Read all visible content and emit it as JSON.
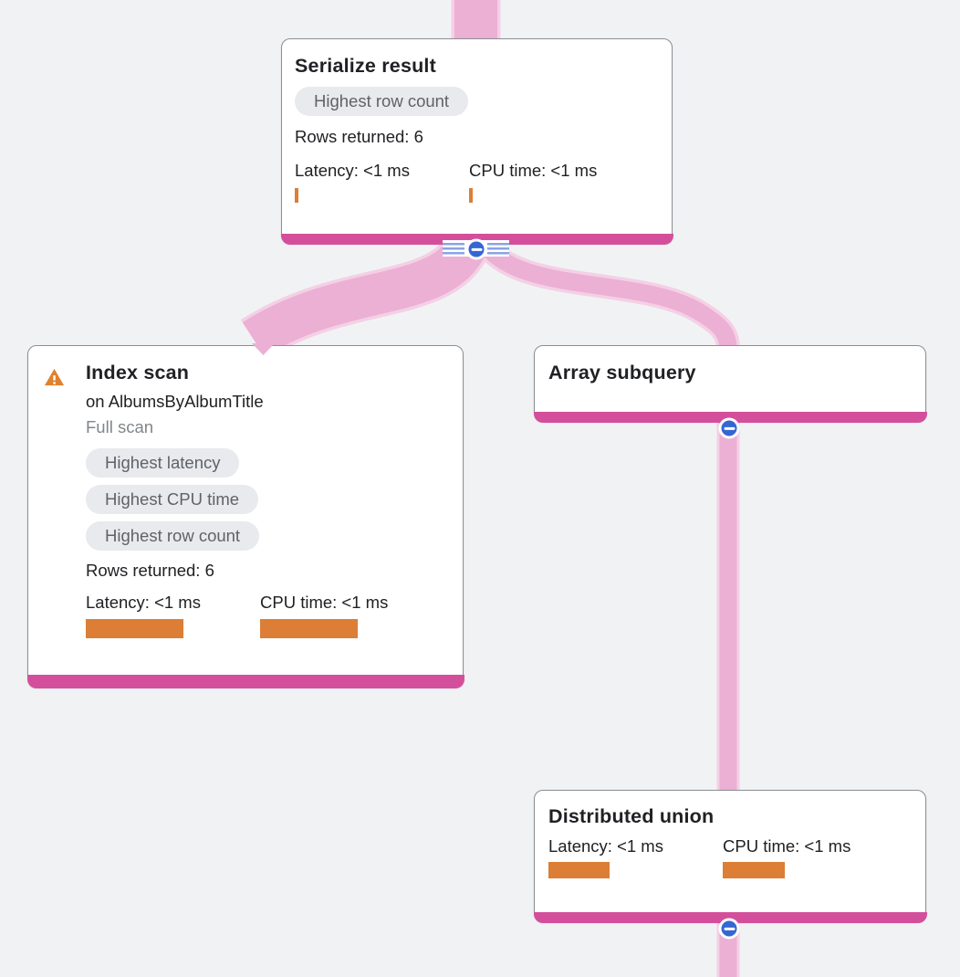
{
  "nodes": {
    "serialize": {
      "title": "Serialize result",
      "badges": [
        "Highest row count"
      ],
      "rows_returned": "Rows returned: 6",
      "latency": "Latency: <1 ms",
      "cpu_time": "CPU time: <1 ms",
      "latency_bar": 4,
      "cpu_bar": 4
    },
    "index_scan": {
      "title": "Index scan",
      "subtitle": "on AlbumsByAlbumTitle",
      "scan_mode": "Full scan",
      "has_warning": true,
      "badges": [
        "Highest latency",
        "Highest CPU time",
        "Highest row count"
      ],
      "rows_returned": "Rows returned: 6",
      "latency": "Latency: <1 ms",
      "cpu_time": "CPU time: <1 ms",
      "latency_bar": 107,
      "cpu_bar": 107
    },
    "array_subquery": {
      "title": "Array subquery"
    },
    "distributed_union": {
      "title": "Distributed union",
      "latency": "Latency: <1 ms",
      "cpu_time": "CPU time: <1 ms",
      "latency_bar": 67,
      "cpu_bar": 68
    }
  },
  "edges": [
    {
      "from": "offscreen-top",
      "to": "serialize-result"
    },
    {
      "from": "serialize-result",
      "to": "index-scan"
    },
    {
      "from": "serialize-result",
      "to": "array-subquery"
    },
    {
      "from": "array-subquery",
      "to": "distributed-union"
    },
    {
      "from": "distributed-union",
      "to": "offscreen-bottom"
    }
  ],
  "icons": {
    "warning": "warning-triangle-icon",
    "collapse": "minus-circle-icon"
  },
  "colors": {
    "background": "#f1f2f4",
    "accent_pink": "#d44f9b",
    "edge_pink": "#ecb0d4",
    "edge_halo": "#f4d0e5",
    "button_blue": "#3467d2",
    "stripe_blue": "#8ba3e5",
    "bar_orange": "#dc7e35",
    "warning_orange": "#e0812d",
    "badge_bg": "#e8eaed",
    "badge_text": "#5f6368",
    "text_dark": "#202124",
    "text_muted": "#80868b"
  }
}
